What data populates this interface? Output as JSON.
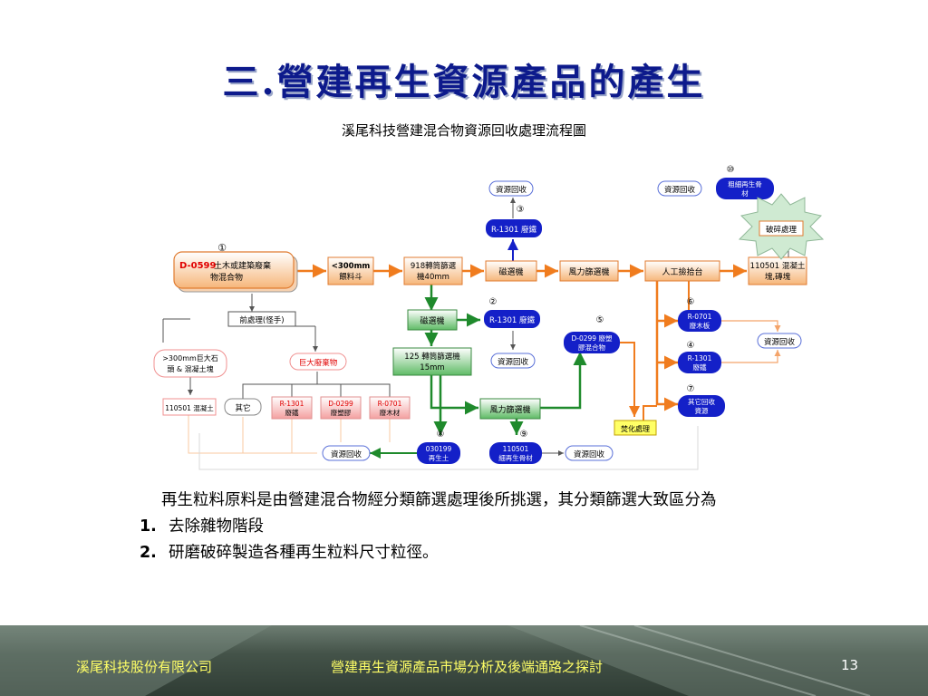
{
  "slide": {
    "title": "三.營建再生資源產品的產生",
    "subtitle": "溪尾科技營建混合物資源回收處理流程圖",
    "body_para": "再生粒料原料是由營建混合物經分類篩選處理後所挑選，其分類篩選大致區分為",
    "list": [
      {
        "num": "1.",
        "text": "去除雜物階段"
      },
      {
        "num": "2.",
        "text": "研磨破碎製造各種再生粒料尺寸粒徑。"
      }
    ],
    "footer_left": "溪尾科技股份有限公司",
    "footer_center": "營建再生資源產品市場分析及後端通路之探討",
    "page": "13"
  },
  "diagram": {
    "colors": {
      "orange": "#f07c1e",
      "blue": "#1420c8",
      "green": "#1f8a2c",
      "red": "#e00000"
    },
    "step_1": "①",
    "step_2": "②",
    "step_3": "③",
    "step_4": "④",
    "step_5": "⑤",
    "step_6": "⑥",
    "step_7": "⑦",
    "step_8": "⑧",
    "step_9": "⑨",
    "step_10": "⑩",
    "d0599_code": "D-0599",
    "d0599_l1": "土木或建築廢棄",
    "d0599_l2": "物混合物",
    "feeder_l1": "<300mm",
    "feeder_l2": "餵料斗",
    "trommel918_l1": "918轉筒篩選",
    "trommel918_l2": "機40mm",
    "magnetic_1": "磁選機",
    "wind_1": "風力篩選機",
    "manual": "人工撿拾台",
    "concrete110501_l1": "110501 混凝土",
    "concrete110501_l2": "塊,磚塊",
    "recycle": "資源回收",
    "r1301_top": "R-1301 廢鐵",
    "r1301_mid": "R-1301 廢鐵",
    "coarse_l1": "粗細再生骨",
    "coarse_l2": "材",
    "crusher": "破碎處理",
    "pretreat": "前處理(怪手)",
    "over300_l1": ">300mm巨大石",
    "over300_l2": "頭 & 混凝土塊",
    "bulky": "巨大廢棄物",
    "concrete_small": "110501 混凝土",
    "other": "其它",
    "r1301_s_l1": "R-1301",
    "r1301_s_l2": "廢鐵",
    "d0299_s_l1": "D-0299",
    "d0299_s_l2": "廢塑膠",
    "r0701_s_l1": "R-0701",
    "r0701_s_l2": "廢木材",
    "magnetic_2": "磁選機",
    "trommel125_l1": "125 轉筒篩選機",
    "trommel125_l2": "15mm",
    "d0299_l1": "D-0299 廢塑",
    "d0299_l2": "膠混合物",
    "wind_2": "風力篩選機",
    "r0701_l1": "R-0701",
    "r0701_l2": "廢木板",
    "r1301_r_l1": "R-1301",
    "r1301_r_l2": "廢鐵",
    "other_recycle_l1": "其它回收",
    "other_recycle_l2": "資源",
    "incinerate": "焚化處理",
    "soil_l1": "030199",
    "soil_l2": "再生土",
    "fine_l1": "110501",
    "fine_l2": "細再生骨材"
  }
}
